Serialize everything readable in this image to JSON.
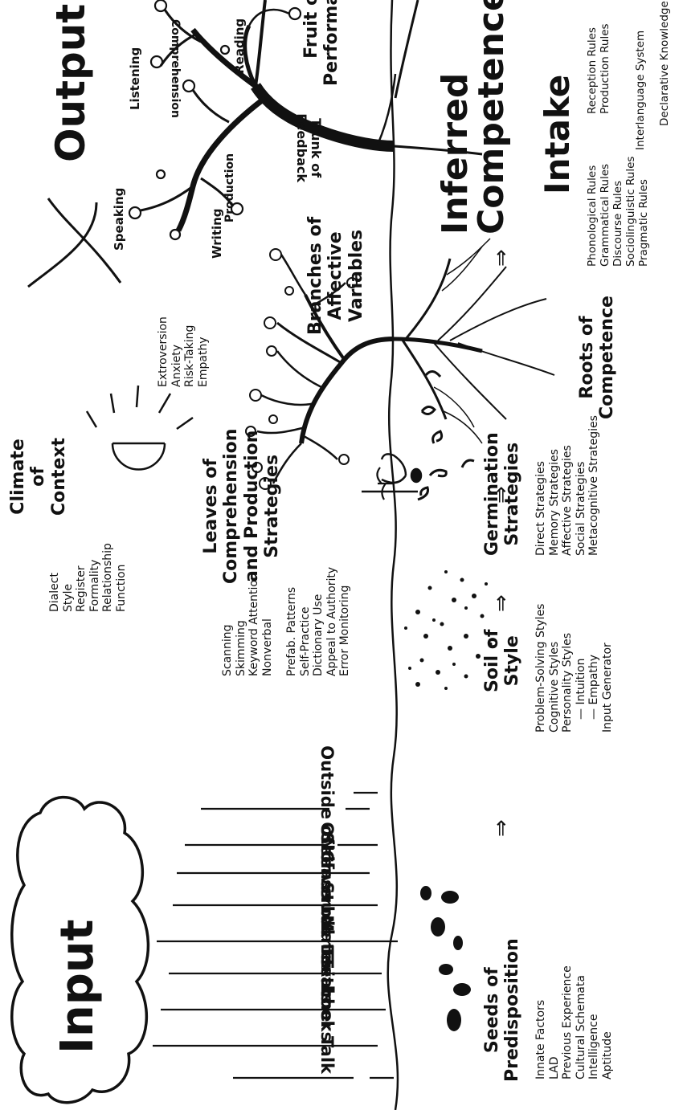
{
  "titles": {
    "input": "Input",
    "output": "Output",
    "intake": "Intake",
    "inferred": "Inferred",
    "competence": "Competence",
    "arrow": "⇒"
  },
  "input_streams": [
    "Teacher Talk",
    "Textbooks",
    "Materials",
    "Other Students",
    "Nonverbal",
    "Outside of Class",
    "Self"
  ],
  "climate": {
    "title_lines": [
      "Climate",
      "of",
      "Context"
    ],
    "items": [
      "Dialect",
      "Style",
      "Register",
      "Formality",
      "Relationship",
      "Function"
    ]
  },
  "seeds": {
    "title_lines": [
      "Seeds of",
      "Predisposition"
    ],
    "items": [
      "Innate Factors",
      "LAD",
      "Previous Experience",
      "Cultural Schemata",
      "Intelligence",
      "Aptitude"
    ]
  },
  "soil": {
    "title_lines": [
      "Soil of",
      "Style"
    ],
    "items": [
      "Problem-Solving Styles",
      "Cognitive Styles",
      "Personality Styles",
      "— Intuition",
      "— Empathy",
      "Input Generator"
    ]
  },
  "germination": {
    "title_lines": [
      "Germination",
      "Strategies"
    ],
    "items": [
      "Direct Strategies",
      "Memory Strategies",
      "Affective Strategies",
      "Social Strategies",
      "Metacognitive Strategies"
    ]
  },
  "leaves": {
    "title_lines": [
      "Leaves of",
      "Comprehension",
      "and Production",
      "Strategies"
    ],
    "group1": [
      "Scanning",
      "Skimming",
      "Keyword Attention",
      "Nonverbal"
    ],
    "group2": [
      "Prefab. Patterns",
      "Self-Practice",
      "Dictionary Use",
      "Appeal to Authority",
      "Error Monitoring"
    ]
  },
  "branches": {
    "title_lines": [
      "Branches of",
      "Affective",
      "Variables"
    ],
    "items": [
      "Extroversion",
      "Anxiety",
      "Risk-Taking",
      "Empathy"
    ]
  },
  "roots": {
    "title_lines": [
      "Roots of",
      "Competence"
    ]
  },
  "tree_labels": {
    "speaking": "Speaking",
    "writing": "Writing",
    "production": "Production",
    "listening": "Listening",
    "reading": "Reading",
    "comprehension": "Comprehension",
    "trunk_lines": [
      "Trunk of",
      "Feedback"
    ]
  },
  "fruit": {
    "title_lines": [
      "Fruit of",
      "Performance"
    ]
  },
  "intake_rules": {
    "col1": [
      "Phonological Rules",
      "Grammatical Rules",
      "Discourse Rules",
      "Sociolinguistic Rules",
      "Pragmatic Rules"
    ],
    "col2": [
      "Reception Rules",
      "Production Rules"
    ],
    "col3": [
      "Interlanguage System"
    ],
    "col4": [
      "Declarative Knowledge"
    ]
  }
}
